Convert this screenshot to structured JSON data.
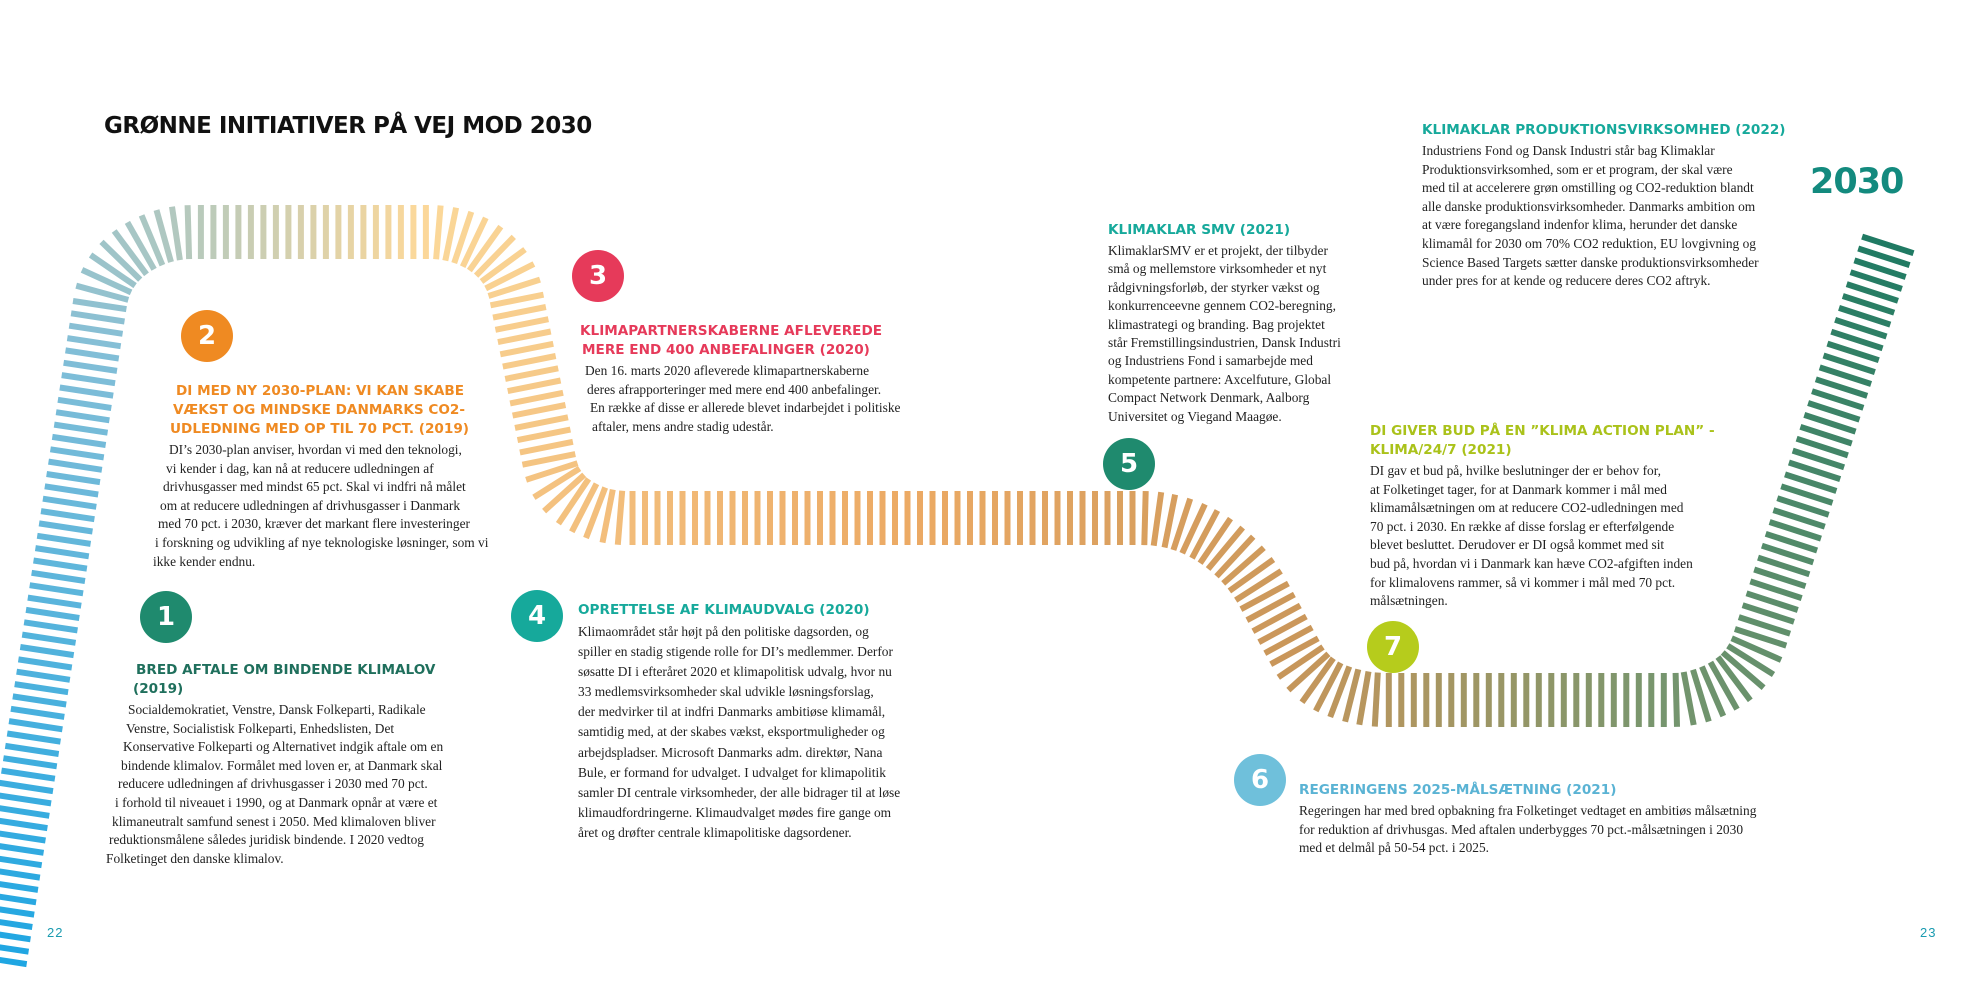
{
  "page": {
    "title": "GRØNNE INITIATIVER PÅ VEJ MOD 2030",
    "year_marker": "2030",
    "page_left": "22",
    "page_right": "23"
  },
  "colors": {
    "teal_dark": "#1f8a6e",
    "orange": "#ef8a22",
    "red": "#e63a5a",
    "teal": "#16a99b",
    "light_blue": "#6fc0db",
    "lime": "#b6cc1c",
    "road_blue": "#1fa6e2",
    "road_sand": "#fbd89a",
    "road_green": "#1f7a63"
  },
  "milestones": [
    {
      "number": "1",
      "title_lines": [
        "BRED AFTALE OM BINDENDE KLIMALOV",
        "(2019)"
      ],
      "body_lines": [
        "Socialdemokratiet, Venstre, Dansk Folkeparti, Radikale",
        "Venstre, Socialistisk Folkeparti, Enhedslisten, Det",
        "Konservative Folkeparti og Alternativet indgik aftale om en",
        "bindende klimalov. Formålet med loven er, at Danmark skal",
        "reducere udledningen af drivhusgasser i 2030 med 70 pct.",
        "i forhold til niveauet i 1990, og at Danmark opnår at være et",
        "klimaneutralt samfund senest i 2050. Med klimaloven bliver",
        "reduktionsmålene således juridisk bindende. I 2020 vedtog",
        "Folketinget den danske klimalov."
      ]
    },
    {
      "number": "2",
      "title_lines": [
        "DI MED NY 2030-PLAN: VI KAN SKABE",
        "VÆKST OG MINDSKE DANMARKS CO2-",
        "UDLEDNING MED OP TIL 70 PCT. (2019)"
      ],
      "body_lines": [
        "DI’s 2030-plan anviser, hvordan vi med den teknologi,",
        "vi kender i dag, kan nå at reducere udledningen af",
        "drivhusgasser med mindst 65 pct. Skal vi indfri nå målet",
        "om at reducere udledningen af drivhusgasser i Danmark",
        "med 70 pct. i 2030, kræver det markant flere investeringer",
        "i forskning og udvikling af nye teknologiske løsninger, som vi",
        "ikke kender endnu."
      ]
    },
    {
      "number": "3",
      "title_lines": [
        "KLIMAPARTNERSKABERNE AFLEVEREDE",
        "MERE END 400 ANBEFALINGER (2020)"
      ],
      "body_lines": [
        "Den 16. marts 2020 afleverede klimapartnerskaberne",
        "deres afrapporteringer med mere end 400 anbefalinger.",
        "En række af disse er allerede blevet indarbejdet i politiske",
        "aftaler, mens andre stadig udestår."
      ]
    },
    {
      "number": "4",
      "title_lines": [
        "OPRETTELSE AF KLIMAUDVALG (2020)"
      ],
      "body_lines": [
        "Klimaområdet står højt på den politiske dagsorden, og",
        "spiller en stadig stigende rolle for DI’s medlemmer. Derfor",
        "søsatte DI i efteråret 2020 et klimapolitisk udvalg, hvor nu",
        "33 medlemsvirksomheder skal udvikle løsningsforslag,",
        "der medvirker til at indfri Danmarks ambitiøse klimamål,",
        "samtidig med, at der skabes vækst, eksportmuligheder og",
        "arbejdspladser. Microsoft Danmarks adm. direktør, Nana",
        "Bule, er formand for udvalget. I udvalget for klimapolitik",
        "samler DI centrale virksomheder, der alle bidrager til at løse",
        "klimaudfordringerne. Klimaudvalget mødes fire gange om",
        "året og drøfter centrale klimapolitiske dagsordener."
      ]
    },
    {
      "number": "5",
      "title_lines": [
        "KLIMAKLAR SMV (2021)"
      ],
      "body_lines": [
        "KlimaklarSMV er et projekt, der tilbyder",
        "små og mellemstore virksomheder et nyt",
        "rådgivningsforløb, der styrker vækst og",
        "konkurrenceevne gennem CO2-beregning,",
        "klimastrategi og branding. Bag projektet",
        "står Fremstillingsindustrien, Dansk Industri",
        "og Industriens Fond i samarbejde med",
        "kompetente partnere: Axcelfuture, Global",
        "Compact Network Denmark, Aalborg",
        "Universitet og Viegand Maagøe."
      ]
    },
    {
      "number": "6",
      "title_lines": [
        "REGERINGENS 2025-MÅLSÆTNING (2021)"
      ],
      "body_lines": [
        "Regeringen har med bred opbakning fra Folketinget vedtaget en ambitiøs målsætning",
        "for reduktion af drivhusgas. Med aftalen underbygges 70 pct.-målsætningen i 2030",
        "med et delmål på 50-54 pct. i 2025."
      ]
    },
    {
      "number": "7",
      "title_lines": [
        "DI GIVER BUD PÅ EN ”KLIMA ACTION PLAN” -",
        "KLIMA/24/7 (2021)"
      ],
      "body_lines": [
        "DI gav et bud på, hvilke beslutninger der er behov for,",
        "at Folketinget tager, for at Danmark kommer i mål med",
        "klimamålsætningen om at reducere CO2-udledningen med",
        "70 pct. i 2030. En række af disse forslag er efterfølgende",
        "blevet besluttet. Derudover er DI også kommet med sit",
        "bud på, hvordan vi i Danmark kan hæve CO2-afgiften inden",
        "for klimalovens rammer, så vi kommer i mål med 70 pct.",
        "målsætningen."
      ]
    },
    {
      "number": "",
      "title_lines": [
        "KLIMAKLAR PRODUKTIONSVIRKSOMHED (2022)"
      ],
      "body_lines": [
        "Industriens Fond og Dansk Industri står bag Klimaklar",
        "Produktionsvirksomhed, som er et program, der skal være",
        "med til at accelerere grøn omstilling og CO2-reduktion blandt",
        "alle danske produktionsvirksomheder. Danmarks ambition om",
        "at være foregangsland indenfor klima, herunder det danske",
        "klimamål for 2030 om 70% CO2 reduktion, EU lovgivning og",
        "Science Based Targets sætter danske produktionsvirksomheder",
        "under pres for at kende og reducere deres CO2 aftryk."
      ]
    }
  ]
}
